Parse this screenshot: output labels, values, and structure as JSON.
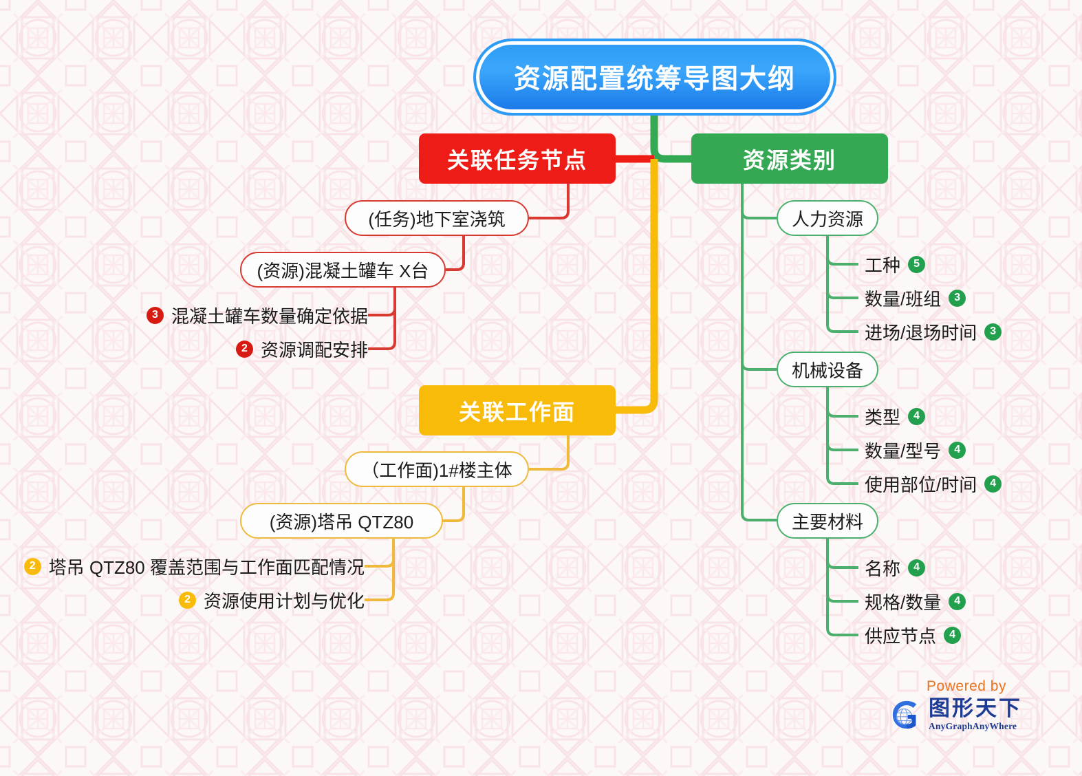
{
  "root": {
    "title": "资源配置统筹导图大纲"
  },
  "branches": {
    "task": {
      "title": "关联任务节点",
      "color": "#ED1C16",
      "nodes": [
        {
          "label": "(任务)地下室浇筑"
        },
        {
          "label": "(资源)混凝土罐车 X台"
        }
      ],
      "leaves": [
        {
          "badge": "3",
          "label": "混凝土罐车数量确定依据"
        },
        {
          "badge": "2",
          "label": "资源调配安排"
        }
      ]
    },
    "face": {
      "title": "关联工作面",
      "color": "#F9BB0A",
      "nodes": [
        {
          "label": "（工作面)1#楼主体"
        },
        {
          "label": "(资源)塔吊 QTZ80"
        }
      ],
      "leaves": [
        {
          "badge": "2",
          "label": "塔吊 QTZ80 覆盖范围与工作面匹配情况"
        },
        {
          "badge": "2",
          "label": "资源使用计划与优化"
        }
      ]
    },
    "resource": {
      "title": "资源类别",
      "color": "#35A853",
      "groups": [
        {
          "label": "人力资源",
          "leaves": [
            {
              "label": "工种",
              "badge": "5"
            },
            {
              "label": "数量/班组",
              "badge": "3"
            },
            {
              "label": "进场/退场时间",
              "badge": "3"
            }
          ]
        },
        {
          "label": "机械设备",
          "leaves": [
            {
              "label": "类型",
              "badge": "4"
            },
            {
              "label": "数量/型号",
              "badge": "4"
            },
            {
              "label": "使用部位/时间",
              "badge": "4"
            }
          ]
        },
        {
          "label": "主要材料",
          "leaves": [
            {
              "label": "名称",
              "badge": "4"
            },
            {
              "label": "规格/数量",
              "badge": "4"
            },
            {
              "label": "供应节点",
              "badge": "4"
            }
          ]
        }
      ]
    }
  },
  "footer": {
    "powered_by": "Powered by",
    "brand_cn": "图形天下",
    "brand_en": "AnyGraphAnyWhere",
    "logo_icon": "globe-g-icon"
  },
  "colors": {
    "root_blue": "#2d9cf7",
    "task_red": "#ED1C16",
    "face_yellow": "#F9BB0A",
    "resource_green": "#35A853",
    "background": "#fdf7f7"
  }
}
